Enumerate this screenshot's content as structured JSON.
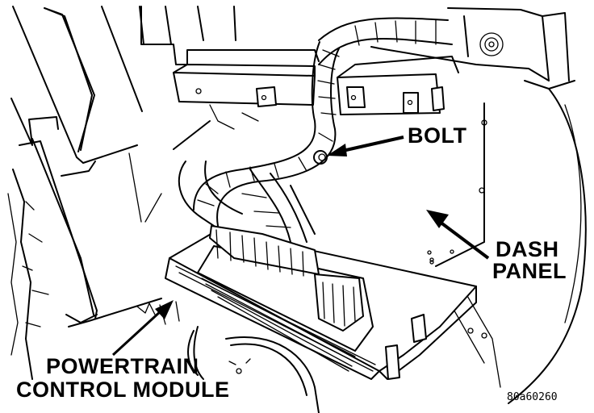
{
  "figure": {
    "id": "80a60260",
    "callouts": {
      "bolt": "BOLT",
      "dash_panel_line1": "DASH",
      "dash_panel_line2": "PANEL",
      "pcm_line1": "POWERTRAIN",
      "pcm_line2": "CONTROL MODULE"
    },
    "colors": {
      "ink": "#000000",
      "paper": "#ffffff"
    }
  }
}
